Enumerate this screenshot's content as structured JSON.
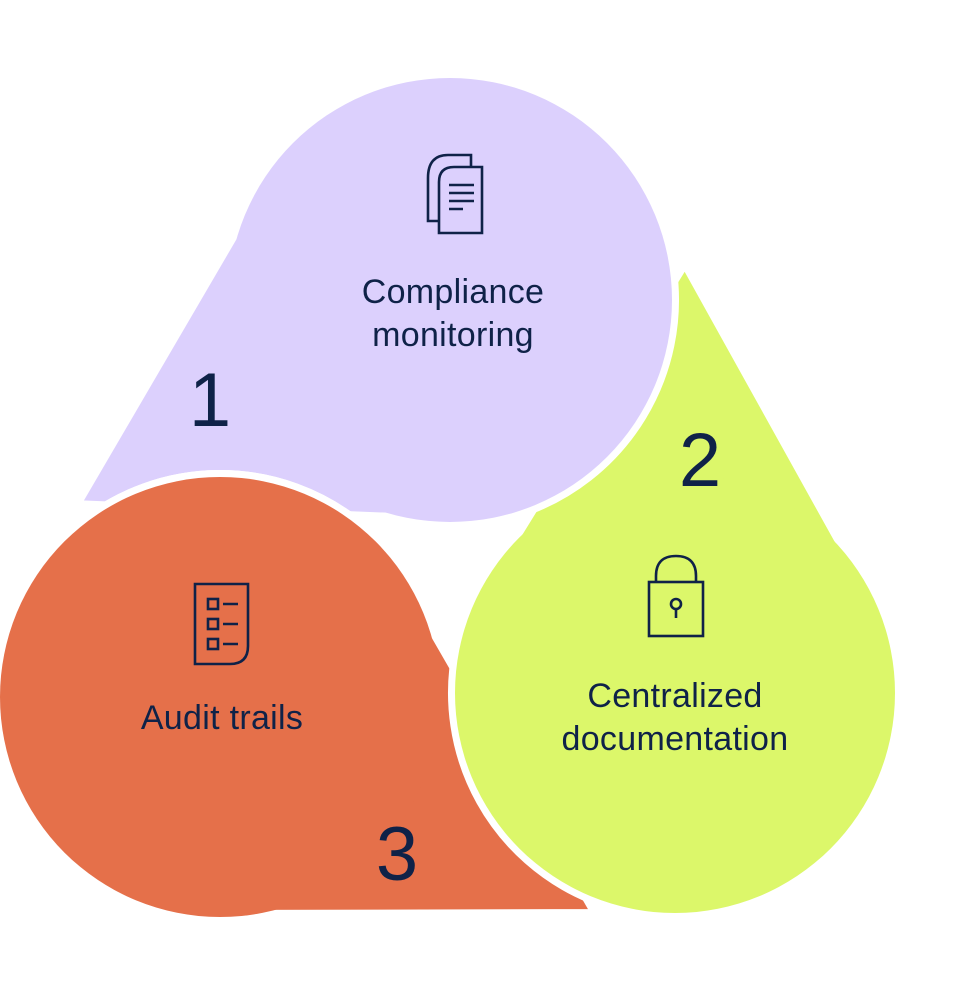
{
  "items": [
    {
      "number": "1",
      "label_line1": "Compliance",
      "label_line2": "monitoring",
      "icon": "documents-icon",
      "color": "#dcd0fd"
    },
    {
      "number": "2",
      "label_line1": "Centralized",
      "label_line2": "documentation",
      "icon": "lock-icon",
      "color": "#dcf76a"
    },
    {
      "number": "3",
      "label_line1": "Audit trails",
      "icon": "checklist-icon",
      "color": "#e5704a"
    }
  ],
  "text_color": "#0f2248"
}
